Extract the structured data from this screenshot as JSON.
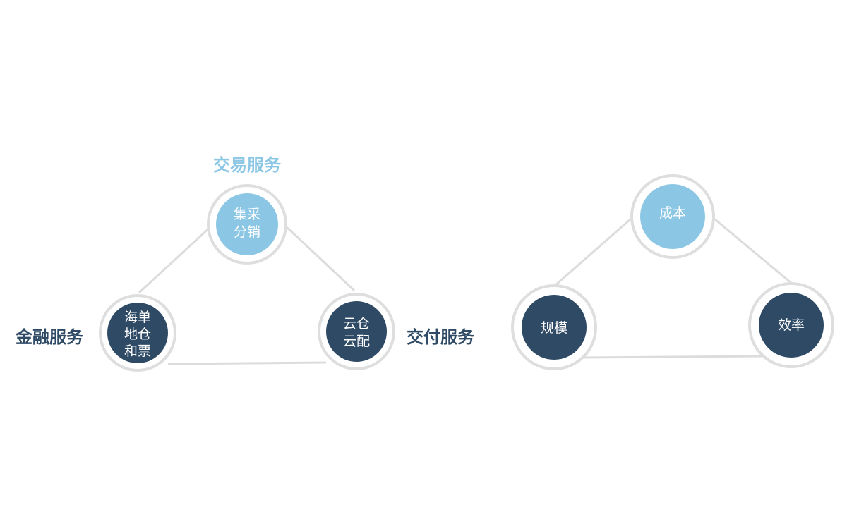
{
  "colors": {
    "light": "#8bc7e4",
    "dark": "#2e4a65",
    "ring": "#dedede",
    "line": "#dcdcdc"
  },
  "left_triangle": {
    "top": {
      "label": "交易服务",
      "lines": [
        "集采",
        "分销"
      ]
    },
    "bottom_left": {
      "label": "金融服务",
      "lines": [
        "海单",
        "地仓",
        "和票"
      ]
    },
    "bottom_right": {
      "label": "交付服务",
      "lines": [
        "云仓",
        "云配"
      ]
    }
  },
  "right_triangle": {
    "top": {
      "lines": [
        "成本"
      ]
    },
    "bottom_left": {
      "lines": [
        "规模"
      ]
    },
    "bottom_right": {
      "lines": [
        "效率"
      ]
    }
  }
}
